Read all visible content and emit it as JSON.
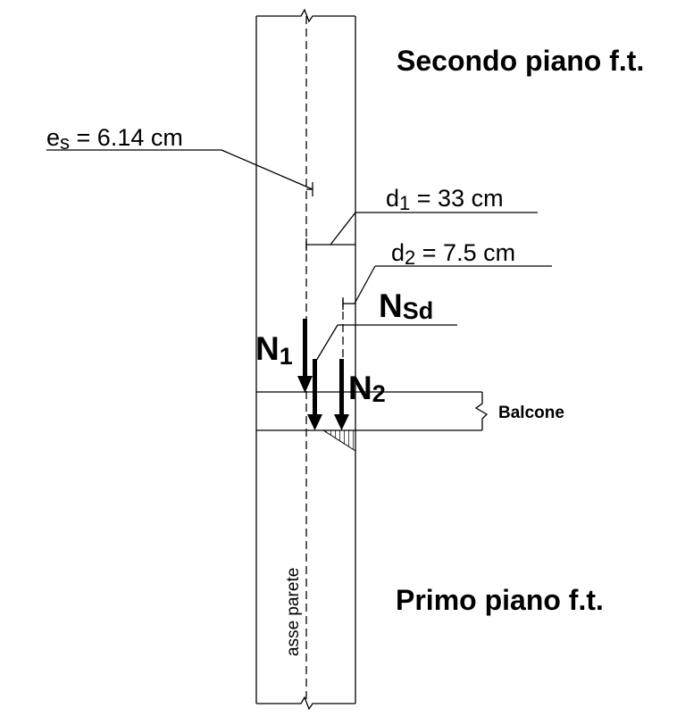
{
  "labels": {
    "floor_upper": "Secondo piano f.t.",
    "floor_lower": "Primo piano f.t.",
    "es": {
      "base": "e",
      "sub": "s",
      "rest": " = 6.14 cm"
    },
    "d1": {
      "base": "d",
      "sub": "1",
      "rest": " = 33 cm"
    },
    "d2": {
      "base": "d",
      "sub": "2",
      "rest": " = 7.5 cm"
    },
    "nsd": {
      "base": "N",
      "sub": "Sd"
    },
    "n1": {
      "base": "N",
      "sub": "1"
    },
    "n2": {
      "base": "N",
      "sub": "2"
    },
    "balcony": "Balcone",
    "wall_axis": "asse parete"
  },
  "values": {
    "es_cm": 6.14,
    "d1_cm": 33,
    "d2_cm": 7.5
  }
}
